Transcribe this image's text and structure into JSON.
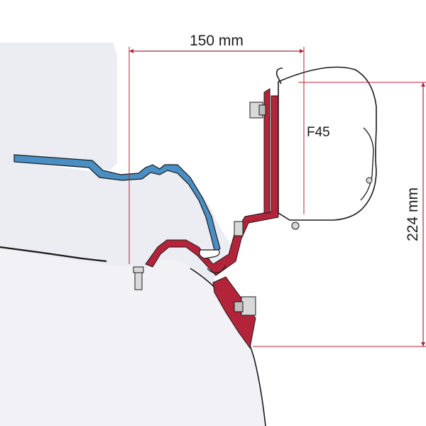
{
  "dimensions": {
    "width_label": "150 mm",
    "height_label": "224 mm"
  },
  "part_label": "F45",
  "colors": {
    "bracket": "#b3243a",
    "rail": "#4a8fc4",
    "dimension_line": "#b3243a",
    "outline": "#1a1a1a",
    "vehicle_fill": "#ececf3",
    "awning_fill": "#ffffff",
    "bolt_fill": "#d9d9d9"
  }
}
